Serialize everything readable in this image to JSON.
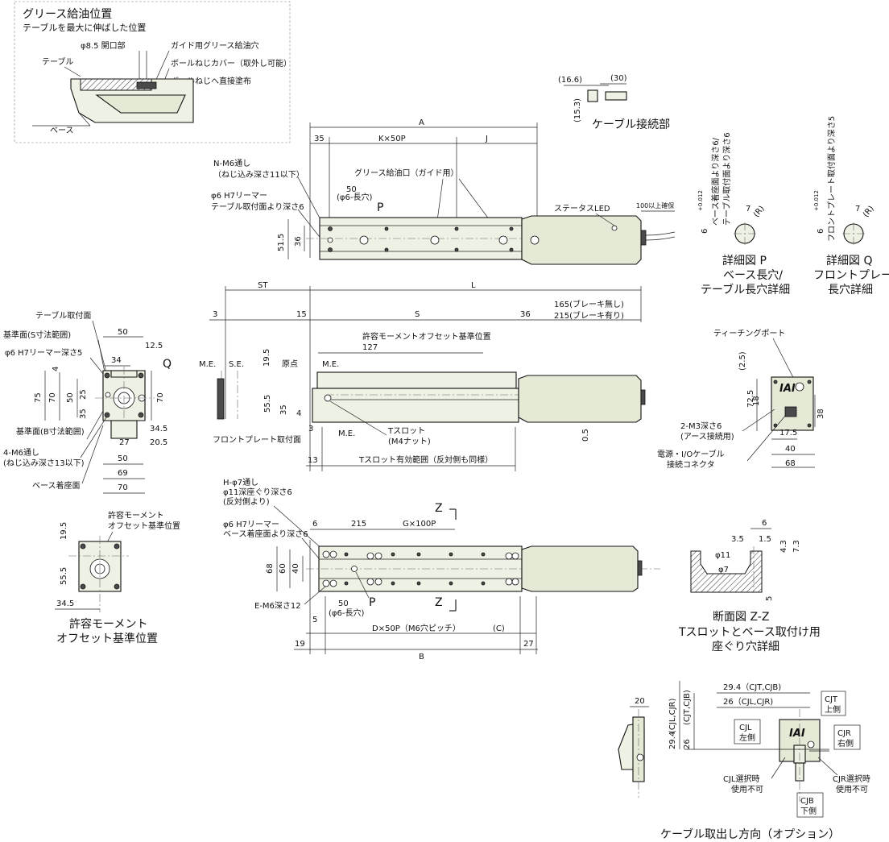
{
  "grease": {
    "title": "グリース給油位置",
    "subtitle": "テーブルを最大に伸ばした位置",
    "opening": "φ8.5 開口部",
    "guide_hole": "ガイド用グリース給油穴",
    "cover": "ボールねじカバー（取外し可能）",
    "direct": "ボールねじへ直接塗布",
    "table": "テーブル",
    "base": "ベース"
  },
  "cable_conn": {
    "d1": "(16.6)",
    "d2": "(30)",
    "d3": "(15.3)",
    "title": "ケーブル接続部"
  },
  "top_view": {
    "A": "A",
    "d35": "35",
    "kx50p": "K×50P",
    "J": "J",
    "nm6": "N-M6通し",
    "nm6b": "（ねじ込み深さ11以下）",
    "phi6": "φ6 H7リーマー",
    "phi6b": "テーブル取付面より深さ6",
    "grease_port": "グリース給油口（ガイド用）",
    "d50": "50",
    "phi6hole": "(φ6-長穴)",
    "P": "P",
    "status_led": "ステータスLED",
    "clearance": "100以上確保",
    "d515": "51.5",
    "d36": "36"
  },
  "detail_p": {
    "tol": "6",
    "tol_up": "+0.012",
    "tol_lo": "0",
    "note1": "ベース着座面より深さ6/",
    "note2": "テーブル取付面より深さ6",
    "d7": "7",
    "R": "(R)",
    "title1": "詳細図 P",
    "title2": "ベース長穴/",
    "title3": "テーブル長穴詳細"
  },
  "detail_q": {
    "tol": "6",
    "tol_up": "+0.012",
    "tol_lo": "0",
    "note1": "フロントプレート取付面より深さ5",
    "d7": "7",
    "R": "(R)",
    "title1": "詳細図 Q",
    "title2": "フロントプレート",
    "title3": "長穴詳細"
  },
  "side_view": {
    "ST": "ST",
    "L": "L",
    "d3": "3",
    "d15": "15",
    "S": "S",
    "d36": "36",
    "brake1": "165(ブレーキ無し)",
    "brake2": "215(ブレーキ有り)",
    "moment": "許容モーメントオフセット基準位置",
    "d127": "127",
    "d195": "19.5",
    "origin": "原点",
    "me": "M.E.",
    "se": "S.E.",
    "me2": "M.E.",
    "me3": "M.E.",
    "d555": "55.5",
    "d35": "35",
    "d4": "4",
    "front_plate": "フロントプレート取付面",
    "d3b": "3",
    "tslot": "Tスロット",
    "m4nut": "(M4ナット)",
    "d05": "0.5",
    "d13": "13",
    "tslot_range": "Tスロット有効範囲（反対側も同様）"
  },
  "front_view": {
    "table_face": "テーブル取付面",
    "ref_s": "基準面(S寸法範囲)",
    "phi6": "φ6 H7リーマー深さ5",
    "d50": "50",
    "d125": "12.5",
    "d34": "34",
    "Q": "Q",
    "d4": "4",
    "d75": "75",
    "d70": "70",
    "d50v": "50",
    "d25": "25",
    "d35": "35",
    "d70r": "70",
    "ref_b": "基準面(B寸法範囲)",
    "d345": "34.5",
    "d27": "27",
    "d205": "20.5",
    "m6": "4-M6通し",
    "m6b": "(ねじ込み深さ13以下)",
    "d50b": "50",
    "d69": "69",
    "base_face": "ベース着座面",
    "d70b": "70"
  },
  "moment_view": {
    "label1": "許容モーメント",
    "label2": "オフセット基準位置",
    "d195": "19.5",
    "d555": "55.5",
    "d345": "34.5",
    "title1": "許容モーメント",
    "title2": "オフセット基準位置"
  },
  "bottom_view": {
    "h7": "H-φ7通し",
    "h7b": "φ11深座ぐり深さ6",
    "h7c": "(反対側より)",
    "phi6": "φ6 H7リーマー",
    "phi6b": "ベース着座面より深さ6",
    "d6": "6",
    "d215": "215",
    "gx100p": "G×100P",
    "Z": "Z",
    "Z2": "Z",
    "d68": "68",
    "d60": "60",
    "d40": "40",
    "em6": "E-M6深さ12",
    "d50": "50",
    "phi6hole": "(φ6-長穴)",
    "P": "P",
    "d5": "5",
    "dx50p": "D×50P（M6穴ピッチ）",
    "C": "(C)",
    "d19": "19",
    "B": "B",
    "d27": "27"
  },
  "rear_view": {
    "teaching": "ティーチングポート",
    "d25": "(2.5)",
    "d725": "72.5",
    "d18": "18",
    "d38": "38",
    "m3": "2-M3深さ6",
    "m3b": "(アース接続用)",
    "d175": "17.5",
    "d40": "40",
    "power": "電源・I/Oケーブル",
    "power2": "接続コネクタ",
    "d68": "68",
    "logo": "IAI"
  },
  "section_zz": {
    "d6": "6",
    "d35": "3.5",
    "d15": "1.5",
    "d43": "4.3",
    "d73": "7.3",
    "phi11": "φ11",
    "phi7": "φ7",
    "d5": "5",
    "title1": "断面図 Z-Z",
    "title2": "Tスロットとベース取付け用",
    "title3": "座ぐり穴詳細"
  },
  "cable_option": {
    "d20": "20",
    "cjl_cjr": "(CJL,CJR)",
    "d294v": "29.4",
    "d26v": "26",
    "cjt_cjb": "(CJT,CJB)",
    "d294": "29.4（CJT,CJB)",
    "d26": "26（CJL,CJR)",
    "cjt": "CJT",
    "cjt2": "上側",
    "cjl": "CJL",
    "cjl2": "左側",
    "cjr": "CJR",
    "cjr2": "右側",
    "cjl_no": "CJL選択時",
    "cjl_no2": "使用不可",
    "cjr_no": "CJR選択時",
    "cjr_no2": "使用不可",
    "cjb": "CJB",
    "cjb2": "下側",
    "logo": "IAI",
    "title": "ケーブル取出し方向（オプション）"
  },
  "colors": {
    "body": "#eef2e4",
    "line": "#111111"
  }
}
